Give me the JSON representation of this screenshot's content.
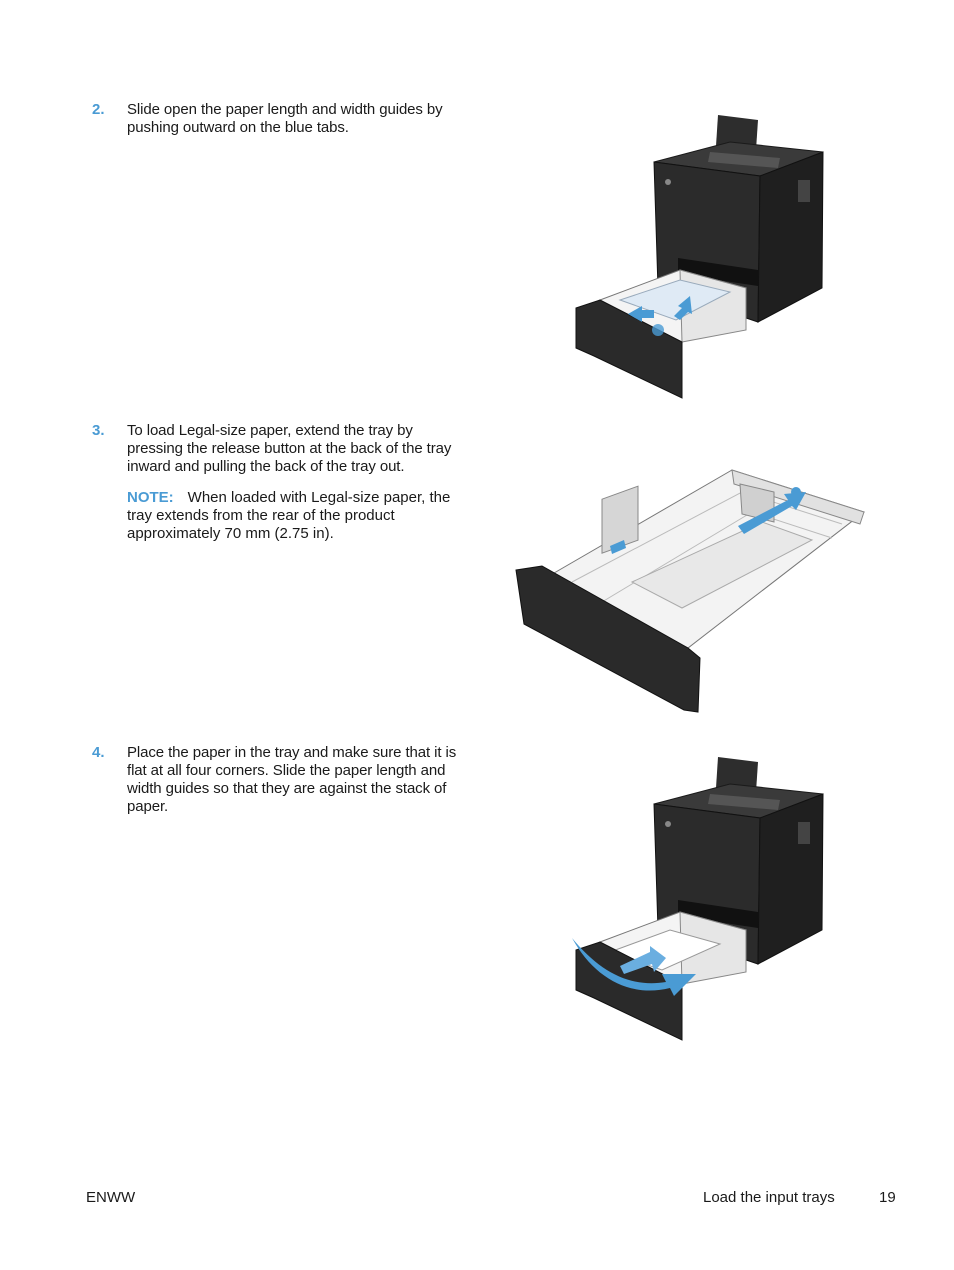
{
  "steps": [
    {
      "number": "2.",
      "text": "Slide open the paper length and width guides by pushing outward on the blue tabs."
    },
    {
      "number": "3.",
      "text": "To load Legal-size paper, extend the tray by pressing the release button at the back of the tray inward and pulling the back of the tray out.",
      "note_label": "NOTE:",
      "note_text": "When loaded with Legal-size paper, the tray extends from the rear of the product approximately 70 mm (2.75 in)."
    },
    {
      "number": "4.",
      "text": "Place the paper in the tray and make sure that it is flat at all four corners. Slide the paper length and width guides so that they are against the stack of paper."
    }
  ],
  "footer": {
    "left": "ENWW",
    "section": "Load the input trays",
    "page_number": "19"
  },
  "colors": {
    "accent": "#4a9bd4",
    "printer_body": "#2b2b2b",
    "tray": "#f2f2f2"
  }
}
